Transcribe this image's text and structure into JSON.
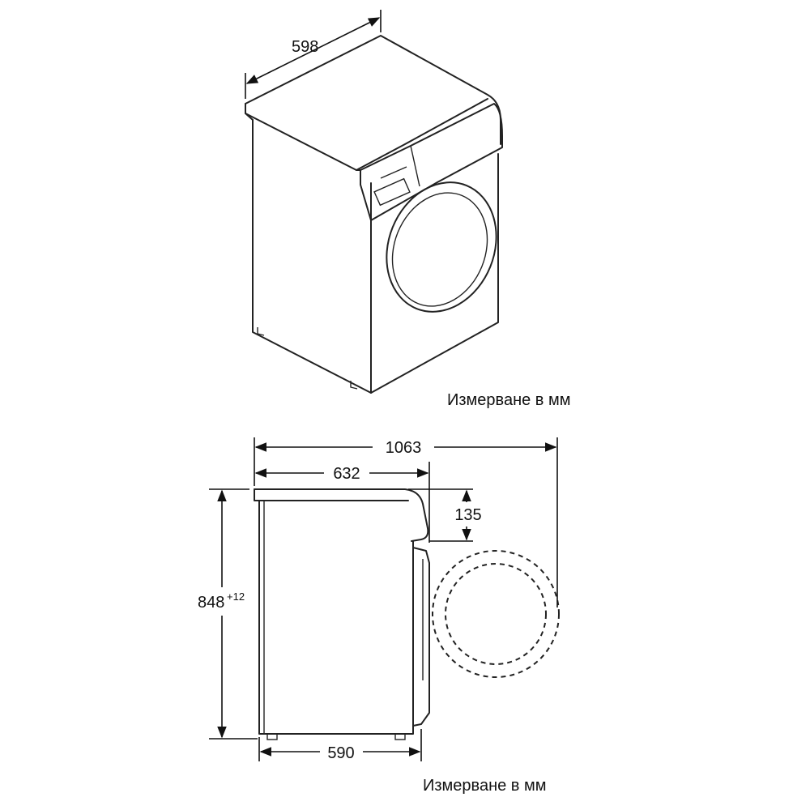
{
  "iso_view": {
    "width_label": "598",
    "caption": "Измерване в мм"
  },
  "side_view": {
    "overall_depth_label": "1063",
    "body_depth_label": "632",
    "top_panel_label": "135",
    "height_label": "848",
    "height_tolerance": "+12",
    "base_depth_label": "590",
    "caption": "Измерване в мм"
  }
}
